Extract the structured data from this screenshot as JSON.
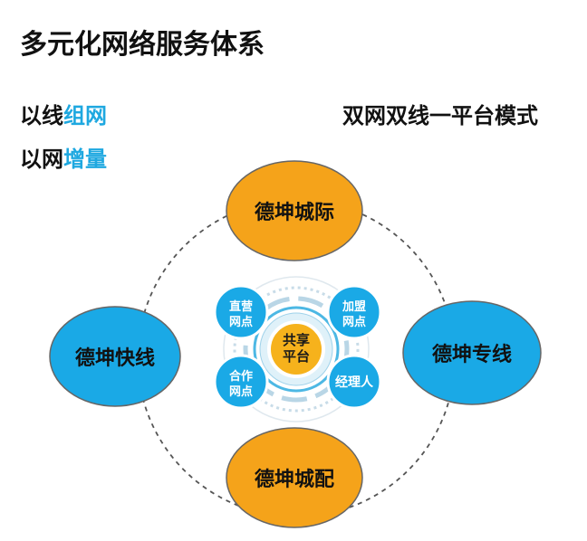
{
  "title": "多元化网络服务体系",
  "left_lines": [
    {
      "prefix": "以线",
      "highlight": "组网"
    },
    {
      "prefix": "以网",
      "highlight": "增量"
    }
  ],
  "right_line": "双网双线一平台模式",
  "nodes": {
    "top": "德坤城际",
    "bottom": "德坤城配",
    "left": "德坤快线",
    "right": "德坤专线"
  },
  "inner": {
    "top_left": [
      "直营",
      "网点"
    ],
    "top_right": [
      "加盟",
      "网点"
    ],
    "bottom_left": [
      "合作",
      "网点"
    ],
    "bottom_right": "经理人",
    "center": [
      "共享",
      "平台"
    ]
  },
  "colors": {
    "accent": "#1ea8e0",
    "orange": "#f5a31a",
    "blue": "#1aa9e6"
  }
}
